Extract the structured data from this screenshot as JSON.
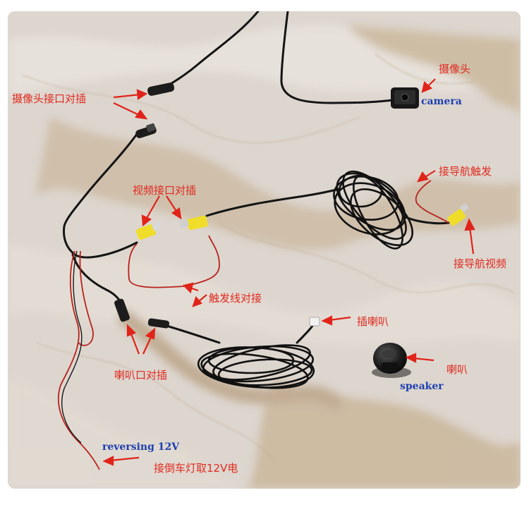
{
  "labels": {
    "camera_connector": "摄像头接口对插",
    "camera_cn": "摄像头",
    "camera_en": "camera",
    "video_connector": "视频接口对插",
    "nav_trigger": "接导航触发",
    "nav_video": "接导航视频",
    "trigger_wire": "触发线对接",
    "speaker_plug": "插喇叭",
    "speaker_connector": "喇叭口对插",
    "speaker_cn": "喇叭",
    "speaker_en": "speaker",
    "reversing_en": "reversing 12V",
    "reversing_cn": "接倒车灯取12V电"
  },
  "colors": {
    "label_red": "#e02a1f",
    "label_blue": "#1d3fb0",
    "marble_base": "#ddd6cf",
    "cable_black": "#151515",
    "rca_yellow": "#f0dd2a"
  }
}
